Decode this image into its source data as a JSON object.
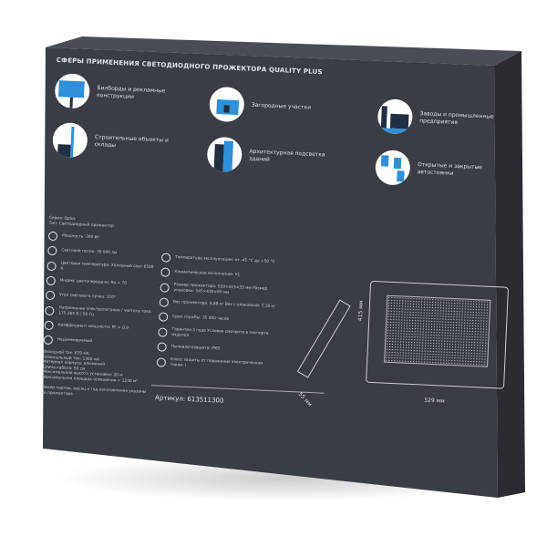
{
  "title": "СФЕРЫ ПРИМЕНЕНИЯ СВЕТОДИОДНОГО ПРОЖЕКТОРА QUALITY PLUS",
  "applications": [
    {
      "label": "Билборды и рекламные конструкции",
      "icon": "billboard-icon"
    },
    {
      "label": "Строительные объекты и склады",
      "icon": "crane-icon"
    },
    {
      "label": "Загородные участки",
      "icon": "house-icon"
    },
    {
      "label": "Архитектурная подсветка зданий",
      "icon": "skyscraper-icon"
    },
    {
      "label": "Заводы и промышленные предприятия",
      "icon": "factory-icon"
    },
    {
      "label": "Открытые и закрытые автостоянки",
      "icon": "parking-icon"
    }
  ],
  "series": "Серия: Qplus",
  "type": "Тип: Светодиодный прожектор",
  "specs_left": [
    "Мощность: 300 Вт",
    "Световой поток: 36 000 лм",
    "Цветовая температура: Холодный свет 6500 К",
    "Индекс цветопередачи: Ra > 70",
    "Угол светового пучка: 110°",
    "Напряжение электропитания / частота тока: 175-265 В / 50 Гц",
    "Коэффициент мощности: PF > 0,9",
    "Недиммируемый"
  ],
  "specs_extra": [
    "Выходной ток: 670 мА",
    "Номинальный ток: 1300 мА",
    "Материал корпуса: алюминий",
    "Длина кабеля: 50 см",
    "Максимальная высота установки: 20 м",
    "Максимальная площадь освещения = 1230 м²"
  ],
  "note": "Номер партии, месяц и год изготовления указаны на прожекторе",
  "specs_right": [
    "Температура эксплуатации: от -45 °С до +50 °С",
    "Климатическое исполнение: У1",
    "Размер прожектора: 529×415×55 мм Размер упаковки: 545×430×60 мм",
    "Вес прожектора: 6,88 кг Вес с упаковкой: 7,18 кг",
    "Срок службы: 35 000 часов",
    "Гарантия 3 года Условия смотрите в паспорте изделия",
    "Пылевлагозащита: IP65",
    "Класс защиты от поражения электрическим током: I"
  ],
  "article": "Артикул: 613511300",
  "dims": {
    "width": "529 мм",
    "height": "415 мм",
    "depth": "55 мм"
  }
}
